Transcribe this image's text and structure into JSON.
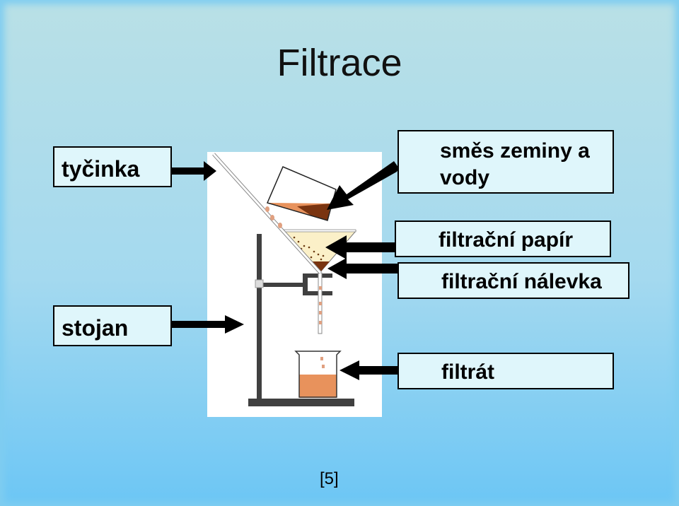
{
  "title": "Filtrace",
  "labels": {
    "tycinka": "tyčinka",
    "stojan": "stojan",
    "smes": "směs zeminy a vody",
    "papir": "filtrační papír",
    "nalevka": "filtrační nálevka",
    "filtrat": "filtrát"
  },
  "page": "[5]",
  "colors": {
    "liquid": "#e8925c",
    "sediment": "#7a3410",
    "paper": "#fbf0c8",
    "stand": "#404040"
  }
}
